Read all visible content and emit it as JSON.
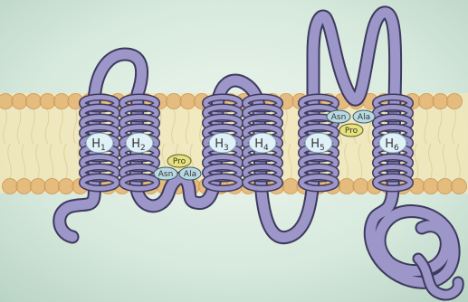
{
  "title": "主编",
  "helices": [
    {
      "letter": "H",
      "num": "1"
    },
    {
      "letter": "H",
      "num": "2"
    },
    {
      "letter": "H",
      "num": "3"
    },
    {
      "letter": "H",
      "num": "4"
    },
    {
      "letter": "H",
      "num": "5"
    },
    {
      "letter": "H",
      "num": "6"
    }
  ],
  "motifs": {
    "lower": {
      "pro": "Pro",
      "asn": "Asn",
      "ala": "Ala"
    },
    "upper": {
      "pro": "Pro",
      "asn": "Asn",
      "ala": "Ala"
    }
  },
  "colors": {
    "background": "#cfe3d6",
    "membrane_band": "#f2dfa7",
    "lipid_head": "#e3b26f",
    "helix": "#8d86b8",
    "helix_stroke": "#3d3a5e",
    "helix_label_bg": "#dff0f7",
    "pro_bead": "#e7e27a",
    "asn_ala_bead": "#b9d9e2"
  }
}
